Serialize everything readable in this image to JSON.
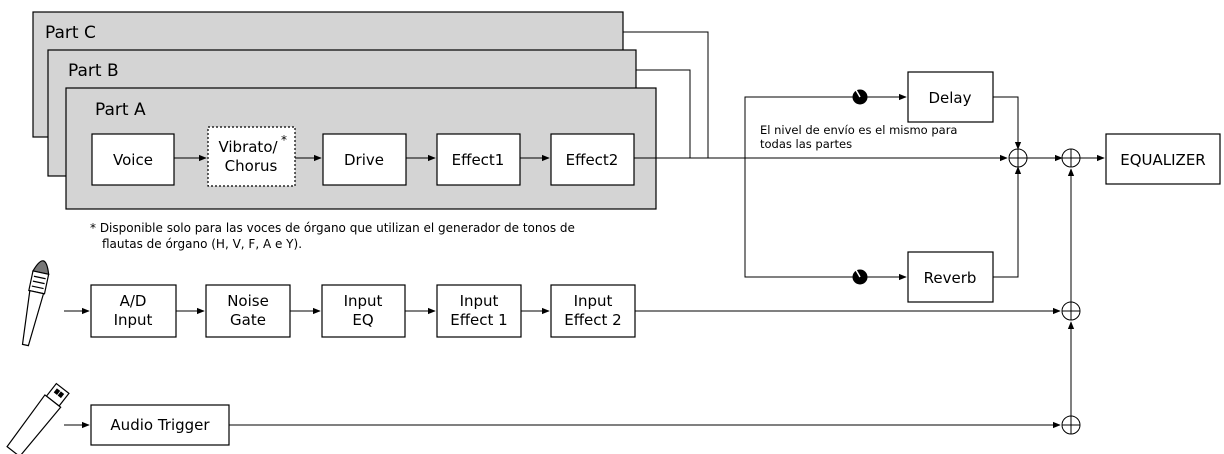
{
  "parts": {
    "part_c": "Part C",
    "part_b": "Part B",
    "part_a": "Part A"
  },
  "organ_chain": {
    "voice": "Voice",
    "vibrato_line1": "Vibrato/",
    "vibrato_star": "*",
    "vibrato_line2": "Chorus",
    "drive": "Drive",
    "effect1": "Effect1",
    "effect2": "Effect2"
  },
  "footnote": {
    "line1": "* Disponible solo para las voces de órgano que utilizan el generador de tonos de",
    "line2": "flautas de órgano (H, V, F, A e Y)."
  },
  "send_note": {
    "line1": "El nivel de envío es el mismo para",
    "line2": "todas las partes"
  },
  "sends": {
    "delay": "Delay",
    "reverb": "Reverb"
  },
  "equalizer": "EQUALIZER",
  "mic_chain": {
    "ad_line1": "A/D",
    "ad_line2": "Input",
    "noise_line1": "Noise",
    "noise_line2": "Gate",
    "inputeq_line1": "Input",
    "inputeq_line2": "EQ",
    "ie1_line1": "Input",
    "ie1_line2": "Effect 1",
    "ie2_line1": "Input",
    "ie2_line2": "Effect 2"
  },
  "audio_trigger": "Audio Trigger",
  "icons": {
    "mic": "microphone-icon",
    "usb": "usb-drive-icon",
    "knob": "level-knob-icon",
    "mixer": "sum-mixer-icon"
  },
  "colors": {
    "panel_fill": "#d4d4d4",
    "stroke": "#000000",
    "block_fill": "#ffffff"
  }
}
